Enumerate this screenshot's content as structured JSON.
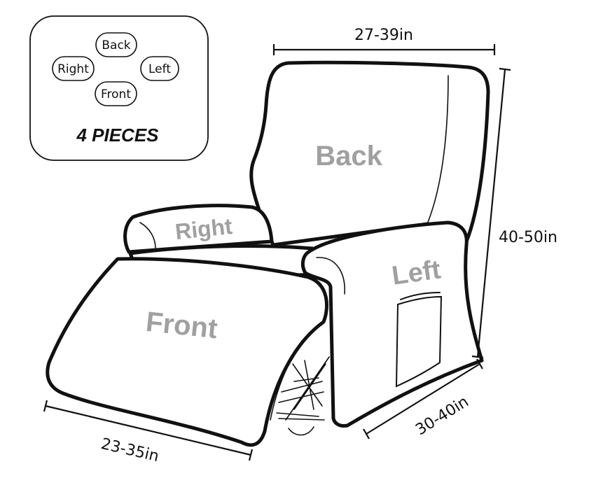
{
  "legend": {
    "pills": {
      "back": "Back",
      "right": "Right",
      "left": "Left",
      "front": "Front"
    },
    "caption": "4 PIECES"
  },
  "parts": {
    "back": "Back",
    "right": "Right",
    "left": "Left",
    "front": "Front"
  },
  "dimensions": {
    "back_width": "27-39in",
    "height": "40-50in",
    "depth": "30-40in",
    "footrest_width": "23-35in"
  }
}
